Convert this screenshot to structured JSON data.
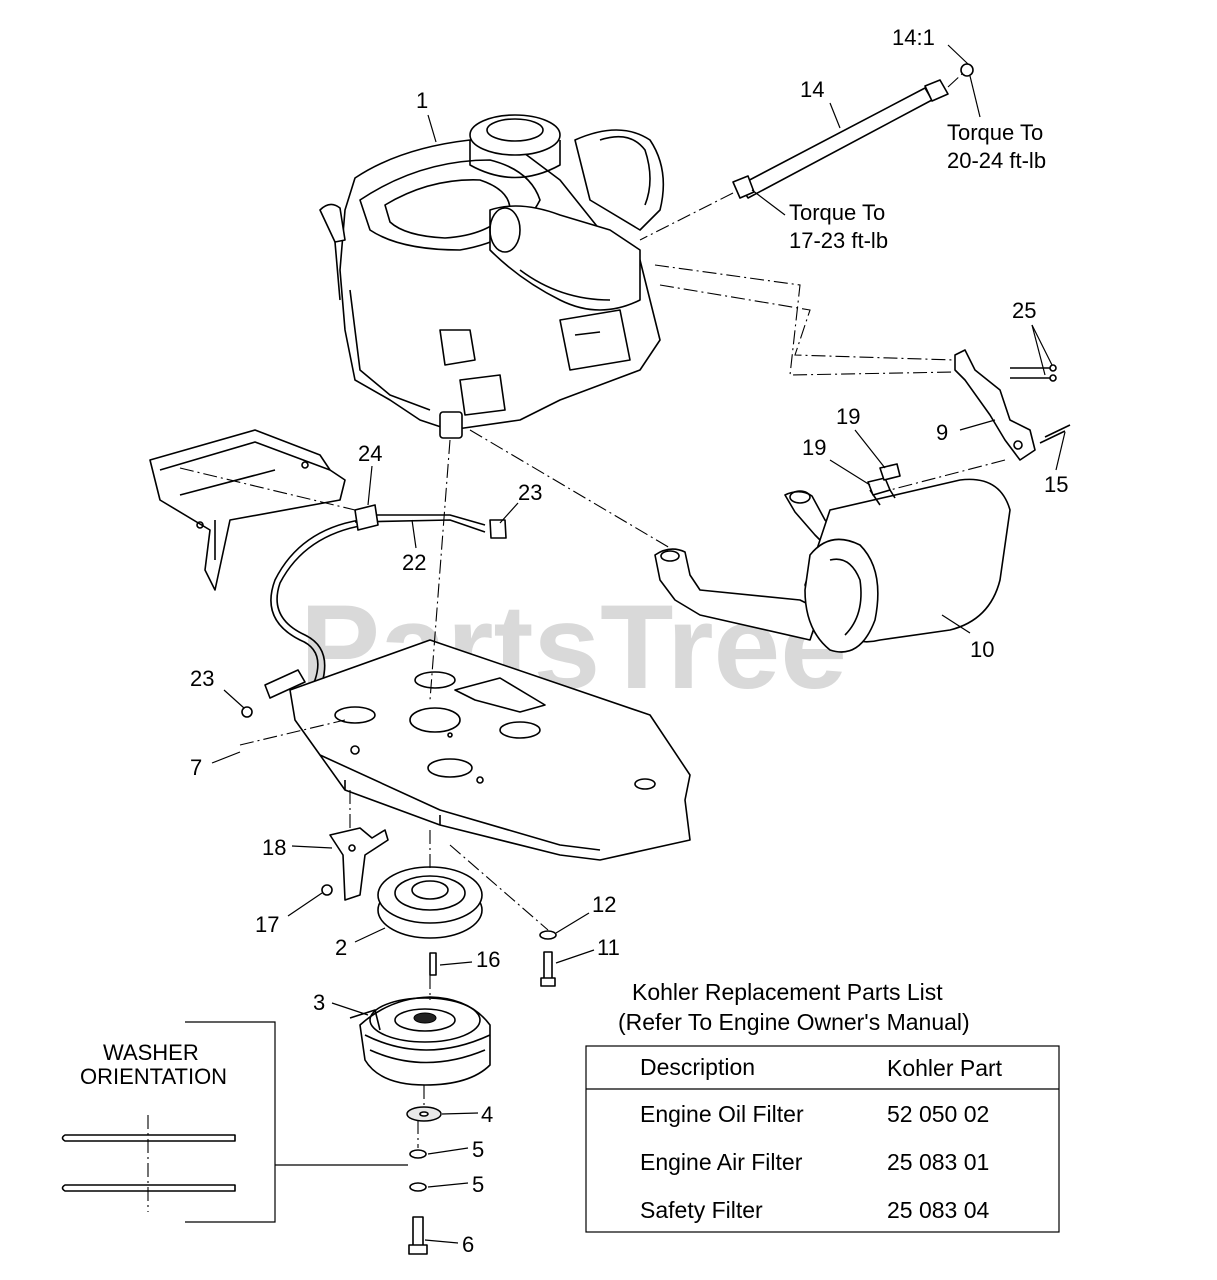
{
  "watermark": {
    "text": "PartsTree",
    "trademark": "™"
  },
  "callouts": {
    "c1": "1",
    "c2": "2",
    "c3": "3",
    "c4": "4",
    "c5a": "5",
    "c5b": "5",
    "c6": "6",
    "c7": "7",
    "c9": "9",
    "c10": "10",
    "c11": "11",
    "c12": "12",
    "c14": "14",
    "c15": "15",
    "c16": "16",
    "c17": "17",
    "c18": "18",
    "c19a": "19",
    "c19b": "19",
    "c22": "22",
    "c23a": "23",
    "c23b": "23",
    "c24": "24",
    "c25": "25"
  },
  "torque_notes": {
    "ratio": "14:1",
    "upper_line1": "Torque To",
    "upper_line2": "20-24 ft-lb",
    "lower_line1": "Torque To",
    "lower_line2": "17-23 ft-lb"
  },
  "washer_orientation": {
    "line1": "WASHER",
    "line2": "ORIENTATION"
  },
  "parts_list": {
    "title_line1": "Kohler Replacement Parts List",
    "title_line2": "(Refer To Engine Owner's Manual)",
    "headers": {
      "description": "Description",
      "part": "Kohler Part"
    },
    "rows": [
      {
        "description": "Engine Oil Filter",
        "part": "52 050 02"
      },
      {
        "description": "Engine Air Filter",
        "part": "25 083 01"
      },
      {
        "description": "Safety Filter",
        "part": "25 083 04"
      }
    ]
  }
}
